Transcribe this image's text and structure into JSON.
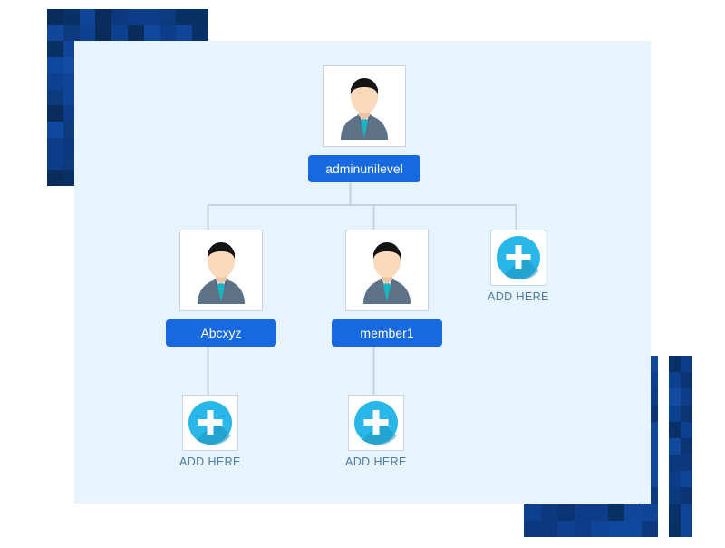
{
  "panel": {
    "background_color": "#e8f4fd",
    "line_color": "#c5d2d9"
  },
  "theme": {
    "chip_color": "#1769e0",
    "chip_text_color": "#ffffff",
    "add_icon_color": "#29b6e8",
    "add_icon_shadow_color": "#1f93bc",
    "add_label_color": "#4d7a9e",
    "mosaic_base_color": "#0d3b8c",
    "frame_border_color": "#c8d4dc"
  },
  "tree": {
    "root": {
      "name": "adminunilevel",
      "avatar_icon": "person-avatar-icon"
    },
    "children": [
      {
        "name": "Abcxyz",
        "avatar_icon": "person-avatar-icon",
        "child_slot": {
          "label": "ADD HERE",
          "icon": "plus-circle-icon"
        }
      },
      {
        "name": "member1",
        "avatar_icon": "person-avatar-icon",
        "child_slot": {
          "label": "ADD HERE",
          "icon": "plus-circle-icon"
        }
      }
    ],
    "root_empty_slot": {
      "label": "ADD HERE",
      "icon": "plus-circle-icon"
    }
  },
  "mosaics": {
    "top_left": {
      "name": "pixel-mosaic-top-left",
      "cols": 10,
      "rows": 11,
      "shades": [
        "#0d3f91",
        "#073163",
        "#12439b",
        "#0b3a86",
        "#0a3d93",
        "#113f8e",
        "#0d3a7e",
        "#09336c",
        "#0e4096",
        "#0b3578",
        "#0a3madd",
        "#082f66",
        "#113f92",
        "#0e4499",
        "#0c3a84",
        "#0f4295",
        "#0a356f",
        "#124a9e",
        "#0b3d8a",
        "#0a3576",
        "#114597",
        "#08305f",
        "#0f4190",
        "#0d3f8d",
        "#093369",
        "#0c3d8f",
        "#0b3c86",
        "#093674",
        "#104493",
        "#0b3781",
        "#0d3f8c",
        "#0b3a80",
        "#0e4293",
        "#0a3469",
        "#0c3b85",
        "#104797",
        "#0a3470",
        "#0d3e8b",
        "#0b3a7d",
        "#0e4190",
        "#0c3d88",
        "#0a3672",
        "#0f4394",
        "#0b3b81",
        "#0d3f8e",
        "#093269",
        "#104698",
        "#0b3a7e",
        "#0c3e8c",
        "#0a3573",
        "#0e4192",
        "#0b3c86",
        "#093467",
        "#0d3f8f",
        "#0c3a7c",
        "#114899",
        "#0a3570",
        "#0d3e8a",
        "#0b3b82",
        "#0f4493",
        "#0c3d87",
        "#0a3471",
        "#0e4295",
        "#0b3980",
        "#0d3f8d",
        "#093366",
        "#10479a",
        "#0b3b7f",
        "#0c3e8b",
        "#0a3674",
        "#0e4093",
        "#0b3d85",
        "#093568",
        "#0d3e8e",
        "#0c397b",
        "#11479a",
        "#0a3571",
        "#0d3f8b",
        "#0b3a83",
        "#0f4592",
        "#0c3c88",
        "#0a3370",
        "#0e4194",
        "#0b3a81",
        "#0d3e8c",
        "#093467",
        "#104599",
        "#0b3c80",
        "#0c3d8a",
        "#0a3575",
        "#0e4292",
        "#0b3c84",
        "#093669",
        "#0d3f8d",
        "#0c3a7d",
        "#114698",
        "#0a3472",
        "#0d3e8c",
        "#0b3b80",
        "#0f4491",
        "#0c3e89",
        "#0a3571",
        "#0e4093",
        "#0b3982",
        "#0d3f8e",
        "#093365",
        "#10489b",
        "#0b3a7e",
        "#0c3c8b",
        "#0a3673"
      ]
    },
    "bottom_right": {
      "name": "pixel-mosaic-bottom-right",
      "cols": 8,
      "rows": 11
    },
    "far_right": {
      "name": "pixel-mosaic-far-right",
      "cols": 2,
      "rows": 11
    }
  }
}
